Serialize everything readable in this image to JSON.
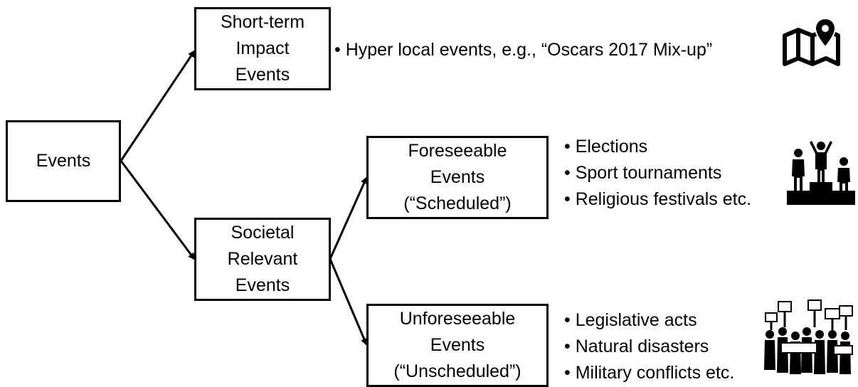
{
  "nodes": {
    "events": [
      "Events"
    ],
    "short_term": [
      "Short-term",
      "Impact",
      "Events"
    ],
    "societal": [
      "Societal",
      "Relevant",
      "Events"
    ],
    "foreseeable": [
      "Foreseeable",
      "Events",
      "(“Scheduled”)"
    ],
    "unforeseeable": [
      "Unforeseeable",
      "Events",
      "(“Unscheduled”)"
    ]
  },
  "bullets": {
    "short_term": [
      "• Hyper local events, e.g., “Oscars 2017 Mix-up”"
    ],
    "foreseeable": [
      "• Elections",
      "• Sport tournaments",
      "• Religious festivals etc."
    ],
    "unforeseeable": [
      "• Legislative acts",
      "• Natural disasters",
      "• Military conflicts etc."
    ]
  },
  "icons": {
    "short_term": "map-pin-icon",
    "foreseeable": "podium-icon",
    "unforeseeable": "protest-crowd-icon"
  }
}
